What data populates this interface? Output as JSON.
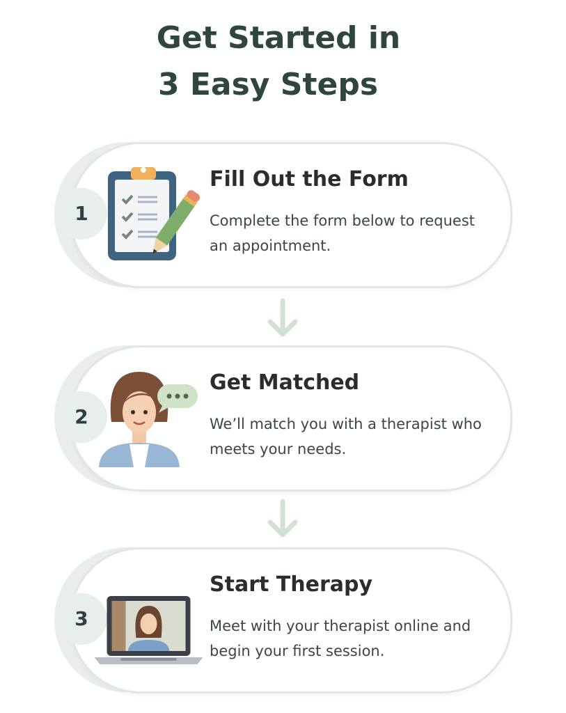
{
  "title": {
    "line1": "Get Started in",
    "line2": "3 Easy Steps"
  },
  "steps": [
    {
      "number": "1",
      "heading": "Fill Out the Form",
      "description": "Complete the form below to request an appointment.",
      "icon": "clipboard-checklist-icon"
    },
    {
      "number": "2",
      "heading": "Get Matched",
      "description": "We’ll match you with a therapist who meets your needs.",
      "icon": "therapist-chat-icon"
    },
    {
      "number": "3",
      "heading": "Start Therapy",
      "description": "Meet with your therapist online and begin your first session.",
      "icon": "laptop-video-call-icon"
    }
  ],
  "colors": {
    "title": "#2f4640",
    "accent": "#e8eee9",
    "arrow": "#d3e1d5"
  }
}
